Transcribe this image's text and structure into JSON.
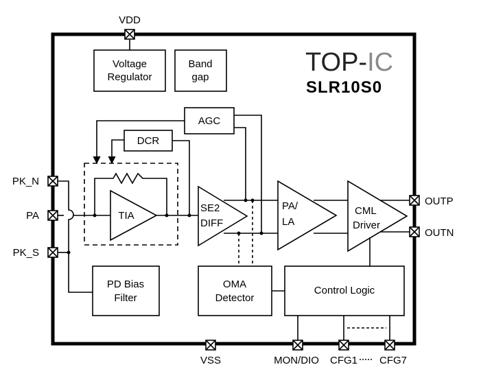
{
  "brand": {
    "prefix": "TOP-",
    "suffix": "IC",
    "model": "SLR10S0",
    "colors": {
      "prefix": "#222222",
      "suffix": "#8a8a8a"
    }
  },
  "pins": {
    "vdd": "VDD",
    "vss": "VSS",
    "pk_n": "PK_N",
    "pa": "PA",
    "pk_s": "PK_S",
    "outp": "OUTP",
    "outn": "OUTN",
    "mon_dio": "MON/DIO",
    "cfg1": "CFG1",
    "cfg7": "CFG7"
  },
  "blocks": {
    "voltage_regulator": [
      "Voltage",
      "Regulator"
    ],
    "band_gap": [
      "Band",
      "gap"
    ],
    "agc": "AGC",
    "dcr": "DCR",
    "tia": "TIA",
    "se2diff": [
      "SE2",
      "DIFF"
    ],
    "pa_la": [
      "PA/",
      "LA"
    ],
    "cml_driver": [
      "CML",
      "Driver"
    ],
    "pd_bias_filter": [
      "PD Bias",
      "Filter"
    ],
    "oma_detector": [
      "OMA",
      "Detector"
    ],
    "control_logic": "Control Logic"
  }
}
